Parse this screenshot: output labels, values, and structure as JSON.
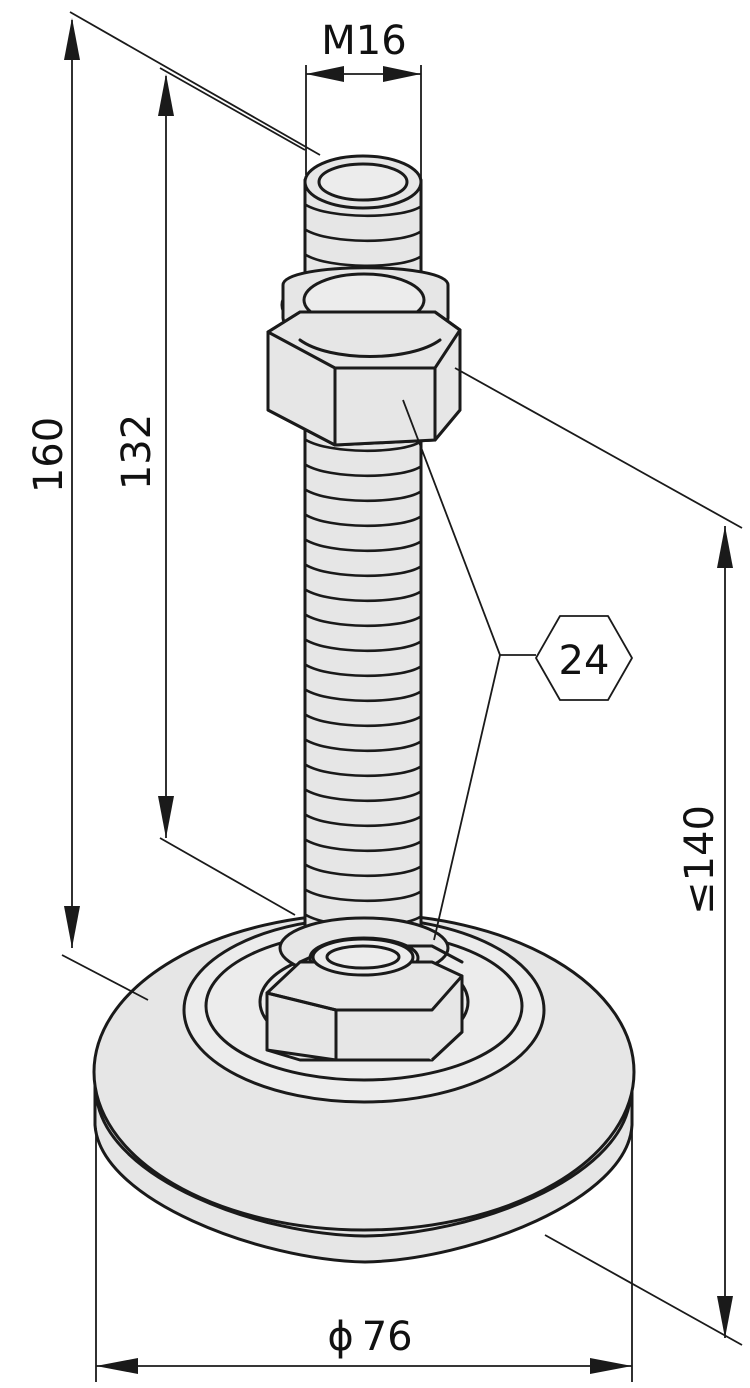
{
  "dimensions": {
    "thread_size": "M16",
    "overall_height": "160",
    "thread_length": "132",
    "height_approx": "≤140",
    "base_diameter": "76",
    "base_diameter_symbol": "ϕ",
    "wrench_size": "24"
  },
  "colors": {
    "part_fill": "#e6e6e6",
    "line": "#1a1a1a",
    "background": "#ffffff"
  }
}
